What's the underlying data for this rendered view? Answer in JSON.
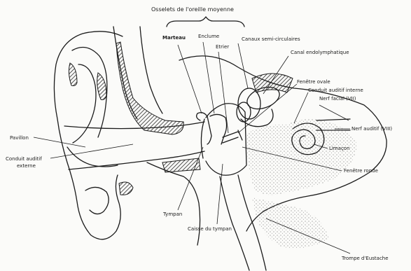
{
  "diagram": {
    "title": "Osselets de l'oreille moyenne",
    "labels": {
      "marteau": "Marteau",
      "enclume": "Enclume",
      "etrier": "Etrier",
      "canaux": "Canaux semi-circulaires",
      "canal_endo": "Canal endolymphatique",
      "fenetre_ovale": "Fenêtre ovale",
      "conduit_interne": "Conduit auditif interne",
      "nerf_facial": "Nerf facial (VII)",
      "nerf_auditif": "Nerf auditif (VIII)",
      "limacon": "Limaçon",
      "fenetre_ronde": "Fenêtre ronde",
      "pavillon": "Pavillon",
      "conduit_externe_1": "Conduit auditif",
      "conduit_externe_2": "externe",
      "tympan": "Tympan",
      "caisse": "Caisse du tympan",
      "trompe": "Trompe d'Eustache"
    }
  },
  "colors": {
    "ink": "#1b1b1b",
    "hatch": "#2a2a2a",
    "paper": "#fbfbf9"
  }
}
